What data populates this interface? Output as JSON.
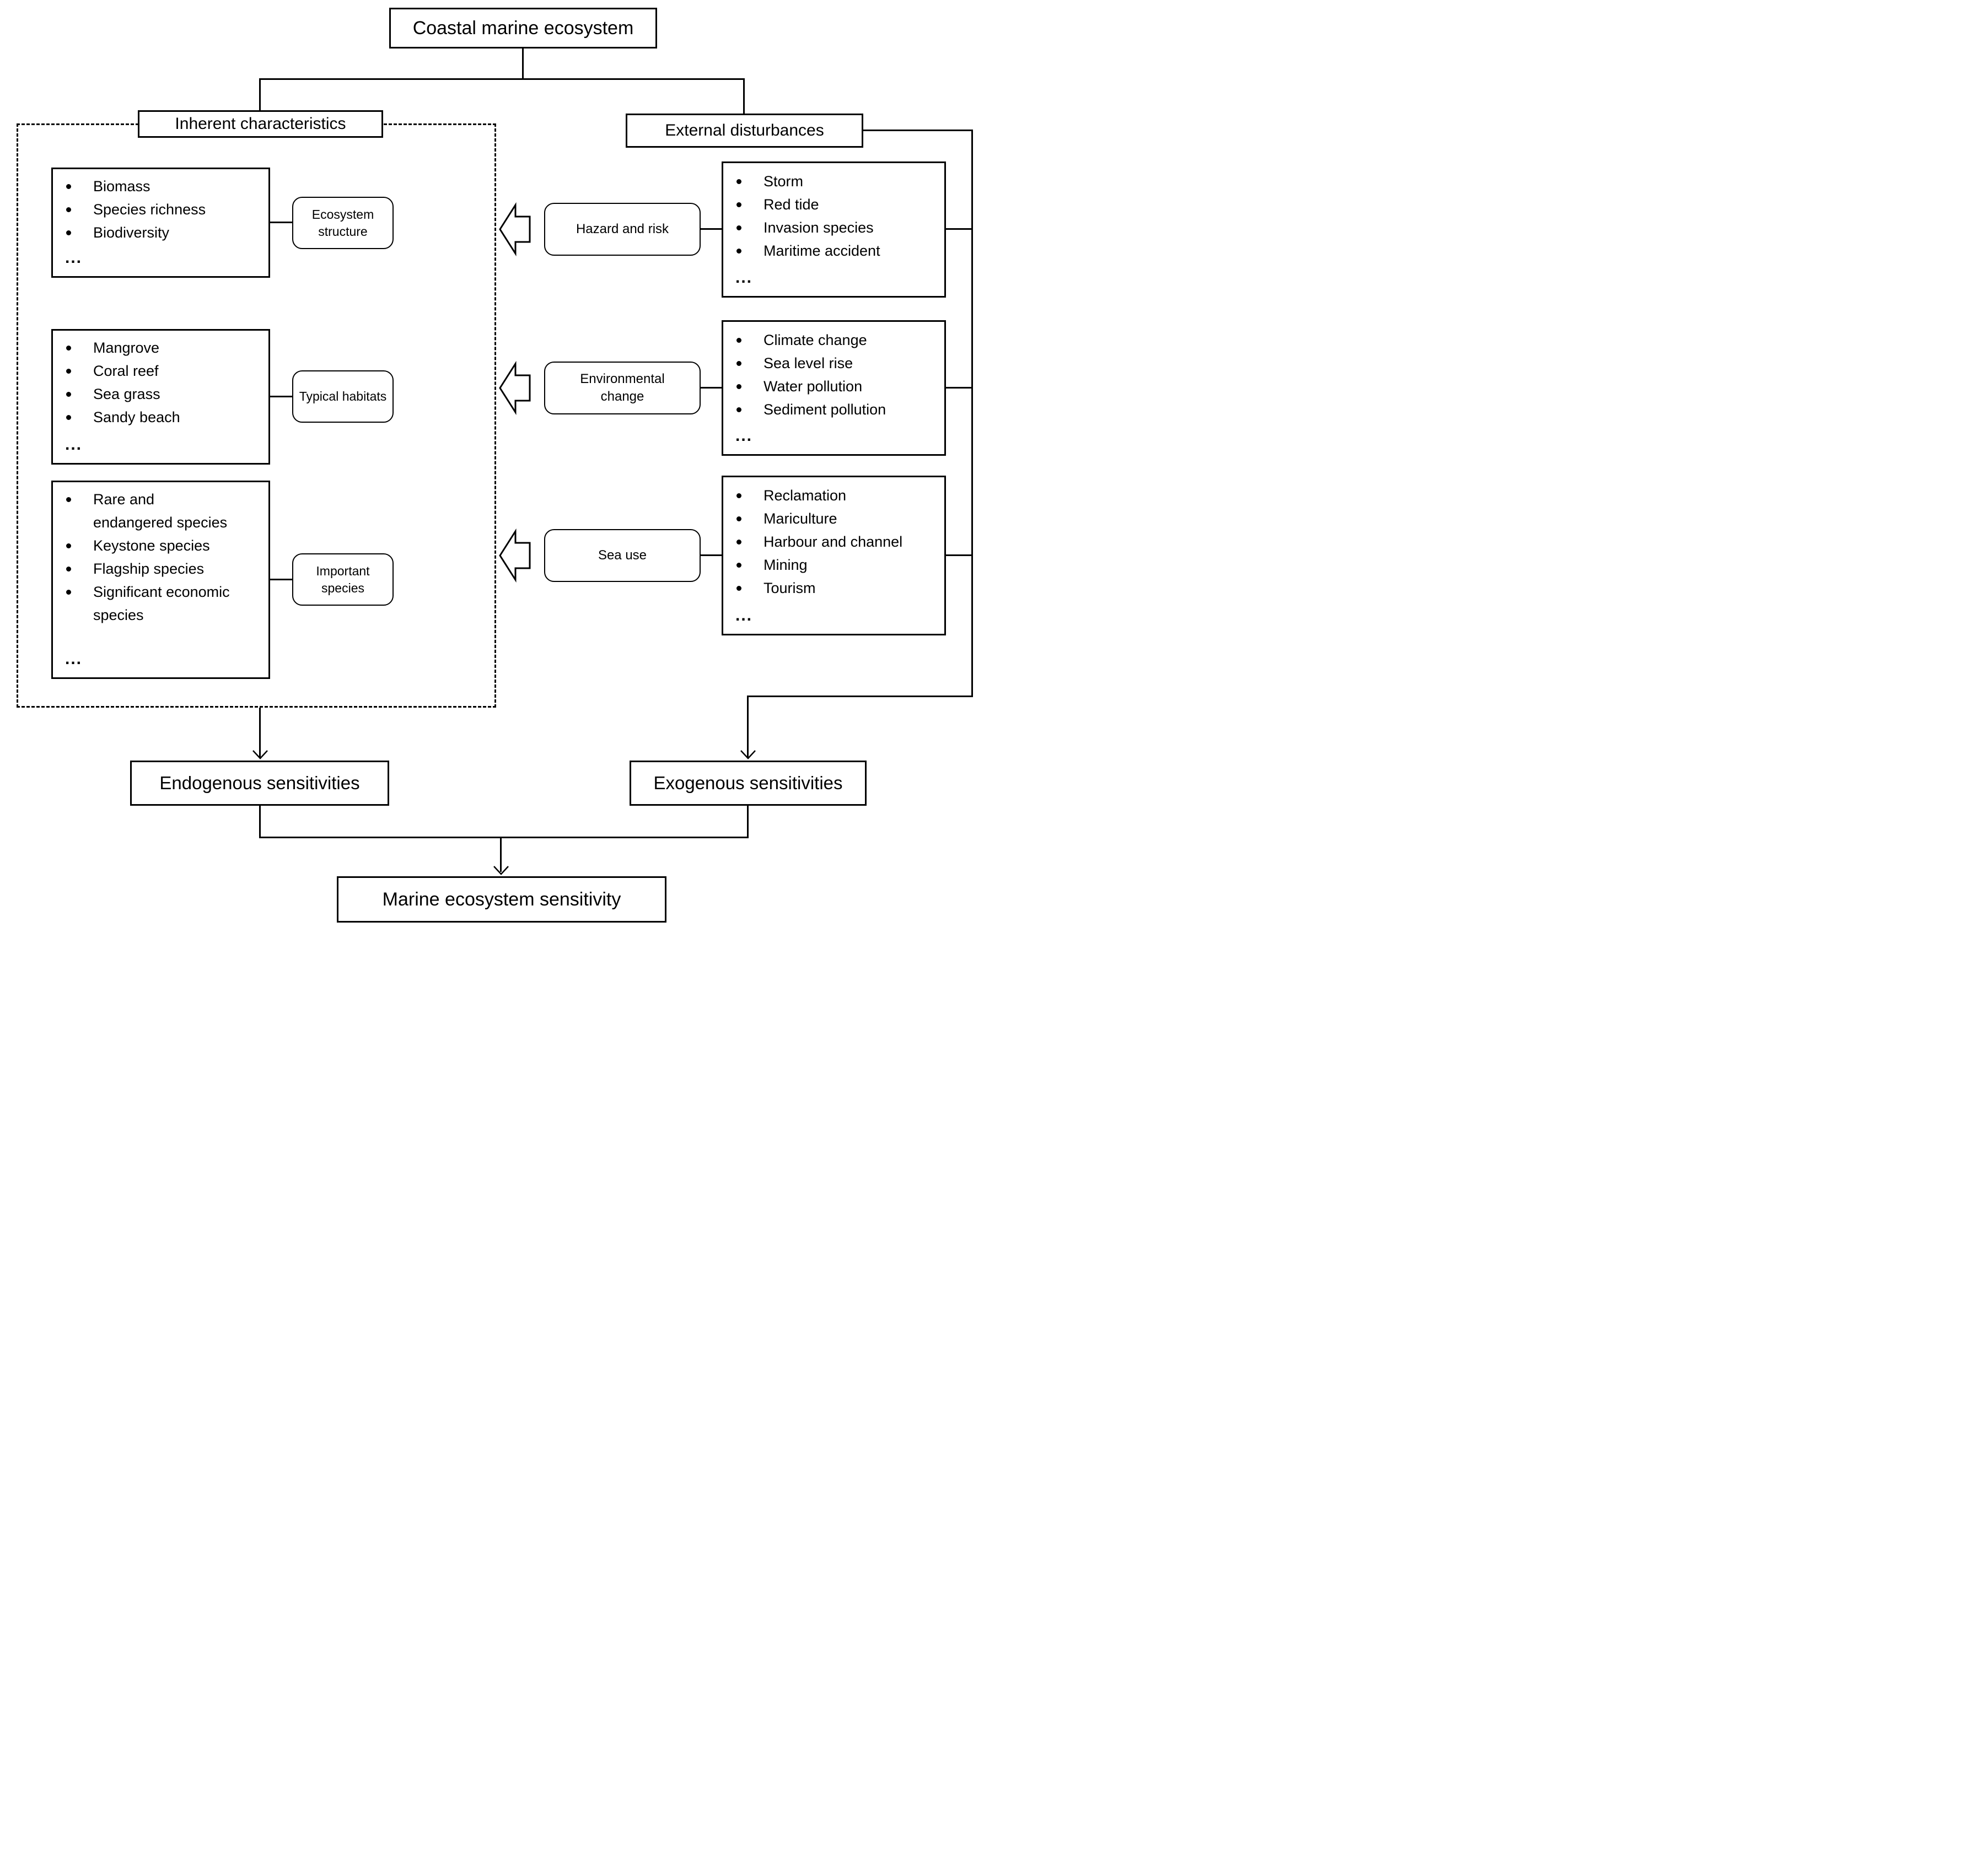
{
  "title": "Coastal marine ecosystem",
  "inherent": {
    "header": "Inherent characteristics",
    "groups": [
      {
        "items": [
          "Biomass",
          "Species richness",
          "Biodiversity"
        ],
        "more": "...",
        "label": "Ecosystem structure"
      },
      {
        "items": [
          "Mangrove",
          "Coral reef",
          "Sea grass",
          "Sandy beach"
        ],
        "more": "...",
        "label": "Typical habitats"
      },
      {
        "items": [
          "Rare and\nendangered species",
          "Keystone species",
          "Flagship species",
          "Significant economic\nspecies"
        ],
        "more": "...",
        "label": "Important species"
      }
    ],
    "result": "Endogenous sensitivities"
  },
  "external": {
    "header": "External disturbances",
    "groups": [
      {
        "label": "Hazard and risk",
        "items": [
          "Storm",
          "Red tide",
          "Invasion species",
          "Maritime accident"
        ],
        "more": "..."
      },
      {
        "label": "Environmental change",
        "items": [
          "Climate change",
          "Sea level rise",
          "Water pollution",
          "Sediment pollution"
        ],
        "more": "..."
      },
      {
        "label": "Sea use",
        "items": [
          "Reclamation",
          "Mariculture",
          "Harbour and channel",
          "Mining",
          "Tourism"
        ],
        "more": "..."
      }
    ],
    "result": "Exogenous sensitivities"
  },
  "final": "Marine ecosystem sensitivity",
  "colors": {
    "line": "#000000",
    "background": "#ffffff",
    "text": "#000000"
  }
}
